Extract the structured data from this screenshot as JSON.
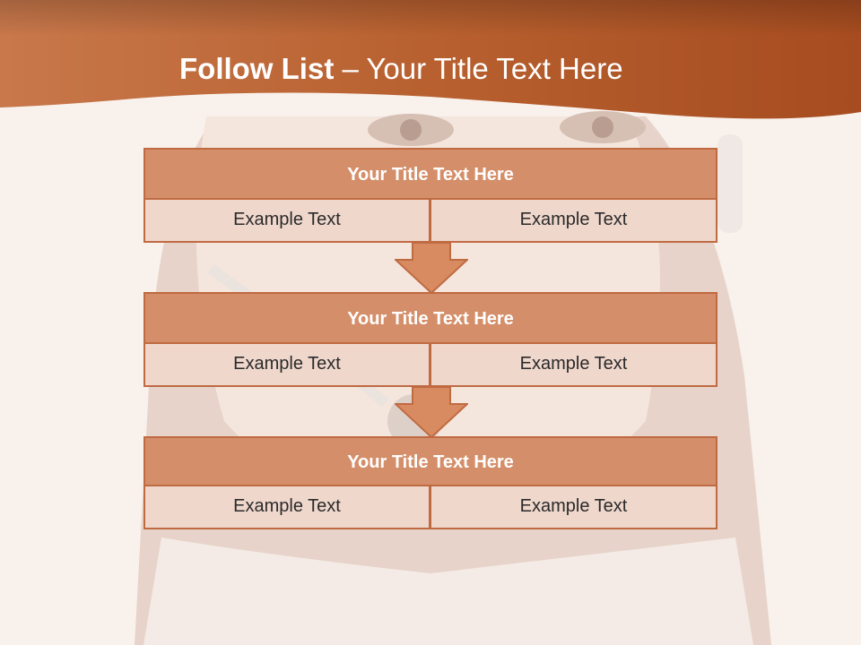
{
  "slide": {
    "title_bold": "Follow List",
    "title_rest": " – Your Title Text Here"
  },
  "steps": [
    {
      "title": "Your Title Text Here",
      "left": "Example Text",
      "right": "Example Text"
    },
    {
      "title": "Your Title Text Here",
      "left": "Example Text",
      "right": "Example Text"
    },
    {
      "title": "Your Title Text Here",
      "left": "Example Text",
      "right": "Example Text"
    }
  ],
  "colors": {
    "header_band": "#b85a2c",
    "box_title": "#d48f6a",
    "box_cell": "#efd7cc",
    "border": "#c06a42",
    "arrow": "#d88b61"
  },
  "icons": [
    "down-arrow-icon"
  ]
}
